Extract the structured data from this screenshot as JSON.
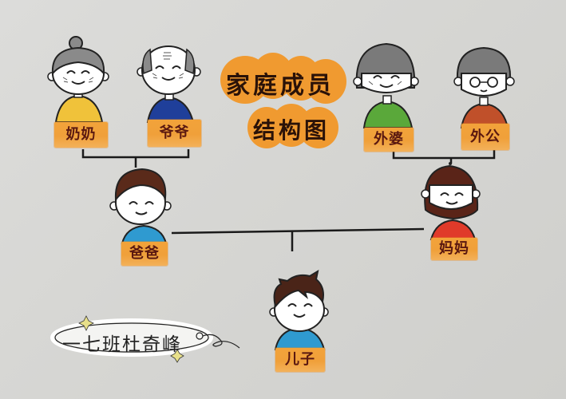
{
  "title": {
    "line1": "家庭成员",
    "line2": "结构图"
  },
  "members": {
    "grandma_paternal": {
      "label": "奶奶",
      "shirt_color": "#f0c23a",
      "hair_color": "#8a8a8a"
    },
    "grandpa_paternal": {
      "label": "爷爷",
      "shirt_color": "#1f3f9a",
      "hair_color": "#8a8a8a"
    },
    "grandma_maternal": {
      "label": "外婆",
      "shirt_color": "#5aa83a",
      "hair_color": "#7a7a7a"
    },
    "grandpa_maternal": {
      "label": "外公",
      "shirt_color": "#c0502a",
      "hair_color": "#7a7a7a"
    },
    "father": {
      "label": "爸爸",
      "shirt_color": "#2f9ad0",
      "hair_color": "#5a2a1a"
    },
    "mother": {
      "label": "妈妈",
      "shirt_color": "#e03a2a",
      "hair_color": "#5a2418"
    },
    "son": {
      "label": "儿子",
      "shirt_color": "#2f9ad0",
      "hair_color": "#4a2418"
    }
  },
  "signature": {
    "text": "一七班杜奇峰"
  },
  "colors": {
    "label_bg": "#f0a03a",
    "label_text": "#5a1810",
    "line": "#1a1a1a",
    "background": "#d6d6d3"
  }
}
